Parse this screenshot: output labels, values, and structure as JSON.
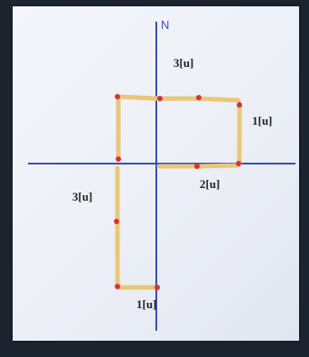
{
  "axis": {
    "north_label": "N"
  },
  "labels": {
    "top": "3[u]",
    "right": "1[u]",
    "middle": "2[u]",
    "left": "3[u]",
    "bottom": "1[u]"
  },
  "colors": {
    "background": "#1c2430",
    "paper": "#f1f3f8",
    "axis": "#3a4fb0",
    "matchstick": "#e8c878",
    "match_head": "#d9303a"
  }
}
